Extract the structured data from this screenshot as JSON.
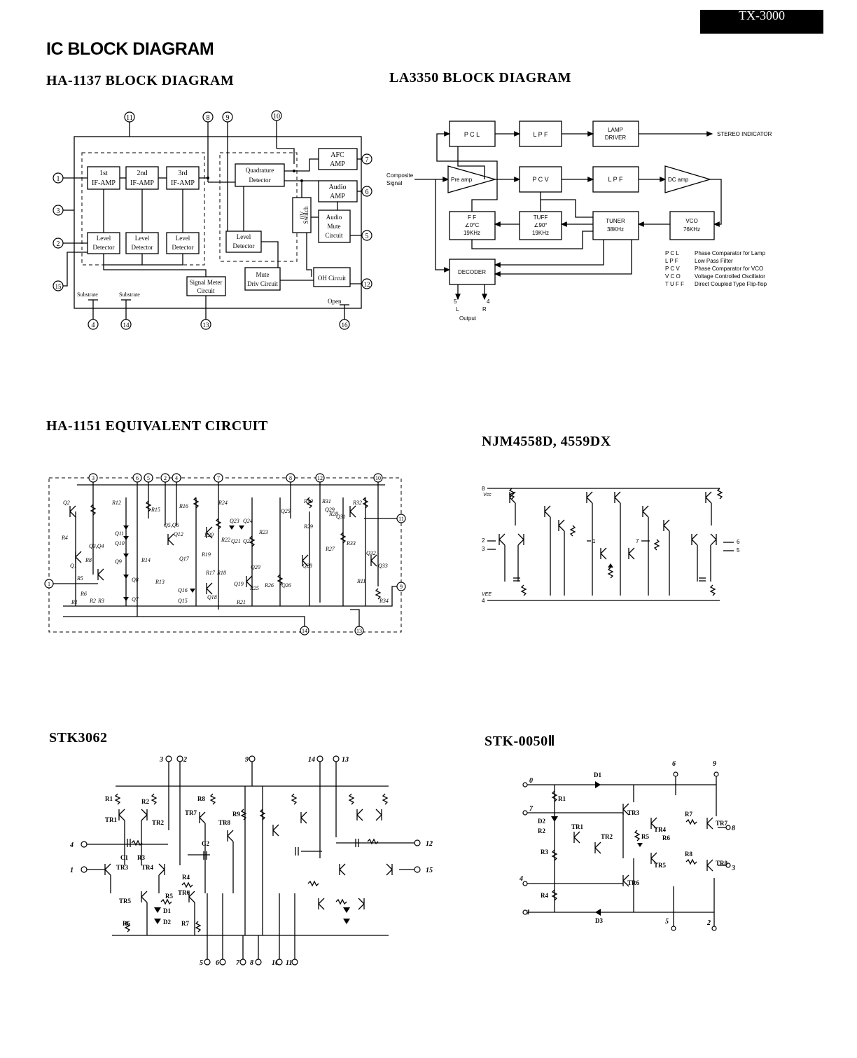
{
  "header": {
    "model": "TX-3000",
    "page_title": "IC BLOCK DIAGRAM"
  },
  "ha1137": {
    "title": "HA-1137  BLOCK  DIAGRAM",
    "blocks": {
      "if1": [
        "1st",
        "IF-AMP"
      ],
      "if2": [
        "2nd",
        "IF-AMP"
      ],
      "if3": [
        "3rd",
        "IF-AMP"
      ],
      "quad": [
        "Quadrature",
        "Detector"
      ],
      "afc": [
        "AFC",
        "AMP"
      ],
      "audio": [
        "Audio",
        "AMP"
      ],
      "switch": [
        "0V",
        "Switch"
      ],
      "mute": [
        "Audio",
        "Mute",
        "Circuit"
      ],
      "lv1": [
        "Level",
        "Detector"
      ],
      "lv2": [
        "Level",
        "Detector"
      ],
      "lv3": [
        "Level",
        "Detector"
      ],
      "lv4": [
        "Level",
        "Detector"
      ],
      "meter": [
        "Signal Meter",
        "Circuit"
      ],
      "mutedrv": [
        "Mute",
        "Driv Circuit"
      ],
      "oh": "OH Circuit"
    },
    "labels": {
      "sub1": "Substrate",
      "sub2": "Substrate",
      "open": "Open"
    },
    "pins": [
      "1",
      "2",
      "3",
      "4",
      "5",
      "6",
      "7",
      "8",
      "9",
      "10",
      "11",
      "12",
      "13",
      "14",
      "15",
      "16"
    ]
  },
  "la3350": {
    "title": "LA3350  BLOCK  DIAGRAM",
    "blocks": {
      "pcl": "P C L",
      "lpf1": "L P F",
      "lamp": [
        "LAMP",
        "DRIVER"
      ],
      "pre": "Pre amp",
      "pcv": "P C V",
      "lpf2": "L P F",
      "dc": "DC amp",
      "ff": [
        "F F",
        "∠0°C",
        "19KHz"
      ],
      "tuff": [
        "TUFF",
        "∠90°",
        "19KHz"
      ],
      "tuner": [
        "TUNER",
        "38KHz"
      ],
      "vco": [
        "VCO",
        "76KHz"
      ],
      "decoder": "DECODER"
    },
    "input": [
      "Composite",
      "Signal"
    ],
    "stereo_indicator": "STEREO INDICATOR",
    "output": {
      "left_pin": "5",
      "left": "L",
      "right_pin": "4",
      "right": "R",
      "label": "Output"
    },
    "legend": [
      {
        "abbr": "P C L",
        "desc": "Phase Comparator for Lamp"
      },
      {
        "abbr": "L P F",
        "desc": "Low Pass Filter"
      },
      {
        "abbr": "P C V",
        "desc": "Phase Comparator for VCO"
      },
      {
        "abbr": "V C O",
        "desc": "Voltage Controlled Oscillator"
      },
      {
        "abbr": "T U F F",
        "desc": "Direct Coupled Type Flip-flop"
      }
    ]
  },
  "ha1151": {
    "title": "HA-1151  EQUIVALENT  CIRCUIT",
    "top_pins": [
      "3",
      "6",
      "5",
      "2",
      "4",
      "7",
      "8",
      "12",
      "10"
    ],
    "side_pins": [
      "1",
      "11",
      "9"
    ],
    "bottom_pins": [
      "14",
      "13"
    ],
    "labels": [
      "Q2",
      "R4",
      "Q1",
      "Q3,Q4",
      "R8",
      "R5",
      "R6",
      "R1",
      "R2",
      "R3",
      "R12",
      "Q11",
      "Q10",
      "Q9",
      "Q8",
      "Q7",
      "R14",
      "R15",
      "Q5,Q6",
      "R13",
      "R16",
      "Q12",
      "Q17",
      "Q16",
      "Q15",
      "R17",
      "R18",
      "Q18",
      "R19",
      "R20",
      "R24",
      "Q23",
      "Q24",
      "R22",
      "Q21",
      "Q22",
      "R23",
      "Q19",
      "R21",
      "Q20",
      "R25",
      "R26",
      "Q25",
      "Q26",
      "R30",
      "R31",
      "R28",
      "R29",
      "Q29",
      "Q31",
      "R32",
      "Q28",
      "R27",
      "R33",
      "Q32",
      "Q33",
      "R11",
      "R34"
    ]
  },
  "njm4558": {
    "title": "NJM4558D, 4559DX",
    "pins": {
      "p8": "8",
      "vcc": "Vcc",
      "p2": "2",
      "p3": "3",
      "p1": "1",
      "p7": "7",
      "p6": "6",
      "p5": "5",
      "vee": "VEE",
      "p4": "4"
    }
  },
  "stk3062": {
    "title": "STK3062",
    "pins": [
      "3",
      "2",
      "9",
      "14",
      "13",
      "4",
      "1",
      "12",
      "15",
      "5",
      "6",
      "7",
      "8",
      "10",
      "11"
    ],
    "labels": [
      "R1",
      "R2",
      "TR1",
      "TR2",
      "C1",
      "R3",
      "TR3",
      "TR4",
      "R8",
      "R9",
      "TR7",
      "TR8",
      "C2",
      "R4",
      "TR5",
      "R5",
      "TR6",
      "D1",
      "D2",
      "R6",
      "R7"
    ]
  },
  "stk0050": {
    "title": "STK-0050Ⅱ",
    "pins": [
      "0",
      "7",
      "4",
      "1",
      "6",
      "9",
      "8",
      "3",
      "5",
      "2"
    ],
    "labels": [
      "D1",
      "R1",
      "D2",
      "R2",
      "TR1",
      "TR2",
      "R3",
      "R4",
      "D3",
      "TR3",
      "TR4",
      "R5",
      "R6",
      "TR5",
      "TR6",
      "R7",
      "TR7",
      "R8",
      "TR8"
    ]
  }
}
